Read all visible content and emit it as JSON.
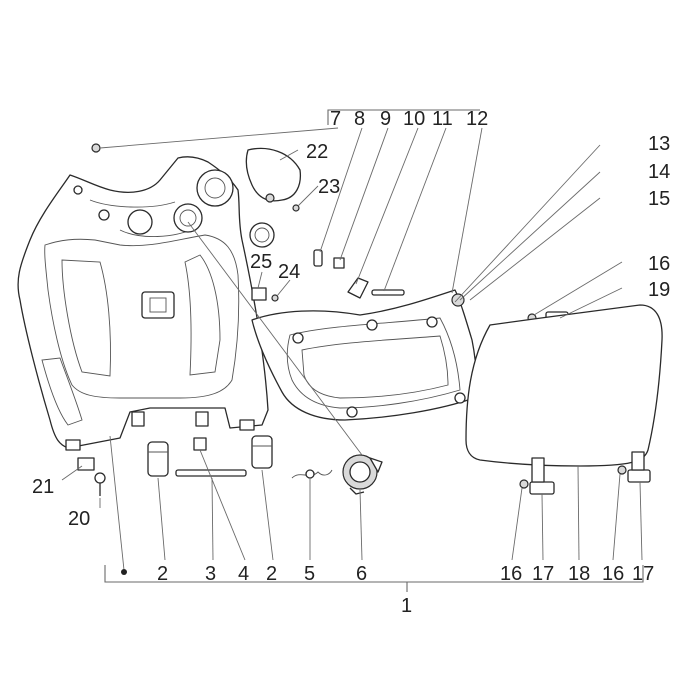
{
  "diagram": {
    "type": "exploded parts diagram",
    "callouts": {
      "c1": "1",
      "c2a": "2",
      "c2b": "2",
      "c3": "3",
      "c4": "4",
      "c5": "5",
      "c6": "6",
      "c7": "7",
      "c8": "8",
      "c9": "9",
      "c10": "10",
      "c11": "11",
      "c12": "12",
      "c13": "13",
      "c14": "14",
      "c15": "15",
      "c16a": "16",
      "c16b": "16",
      "c16c": "16",
      "c17a": "17",
      "c17b": "17",
      "c18": "18",
      "c19": "19",
      "c20": "20",
      "c21": "21",
      "c22": "22",
      "c23": "23",
      "c24": "24",
      "c25": "25"
    }
  }
}
